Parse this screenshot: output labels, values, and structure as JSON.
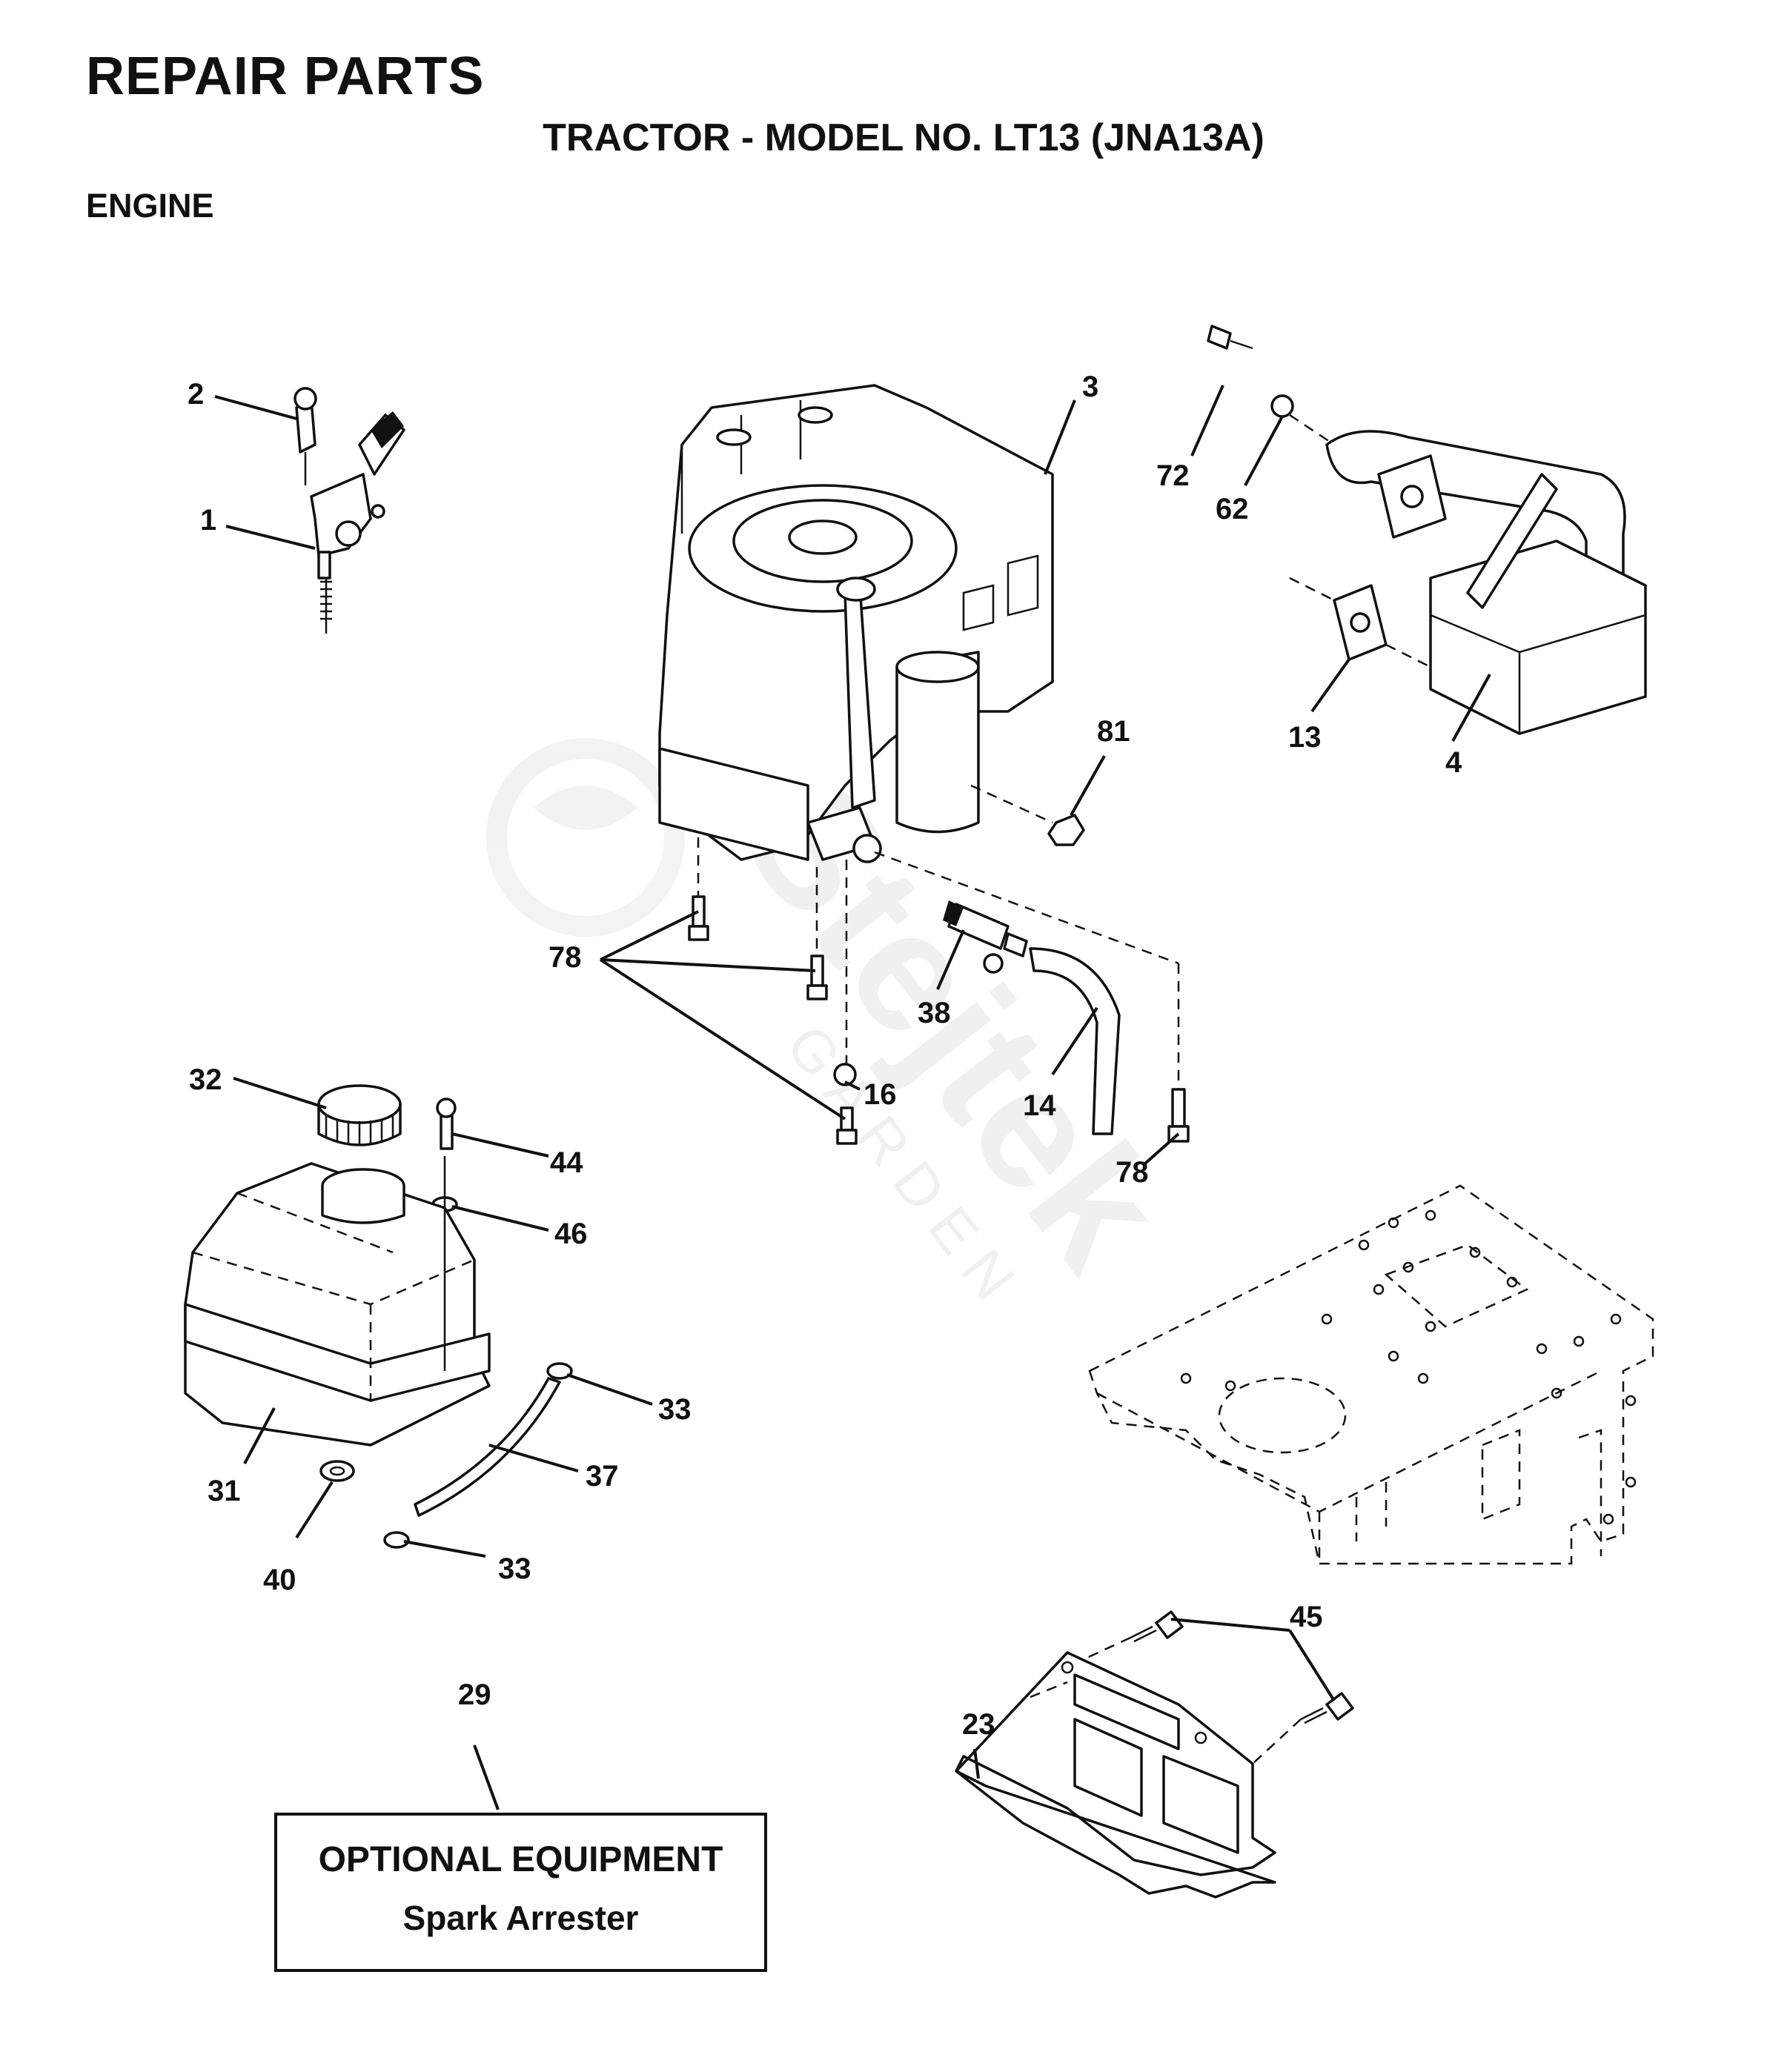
{
  "header": {
    "title": "REPAIR PARTS",
    "subtitle": "TRACTOR - MODEL NO. LT13 (JNA13A)",
    "section": "ENGINE"
  },
  "callouts": [
    "2",
    "1",
    "3",
    "72",
    "62",
    "13",
    "4",
    "81",
    "78",
    "38",
    "14",
    "16",
    "78",
    "32",
    "44",
    "46",
    "31",
    "33",
    "37",
    "40",
    "33",
    "29",
    "45",
    "23"
  ],
  "optional_box": {
    "title": "OPTIONAL EQUIPMENT",
    "item": "Spark Arrester"
  },
  "watermark": {
    "brand": "Stejtek",
    "sub": "GARDEN"
  }
}
